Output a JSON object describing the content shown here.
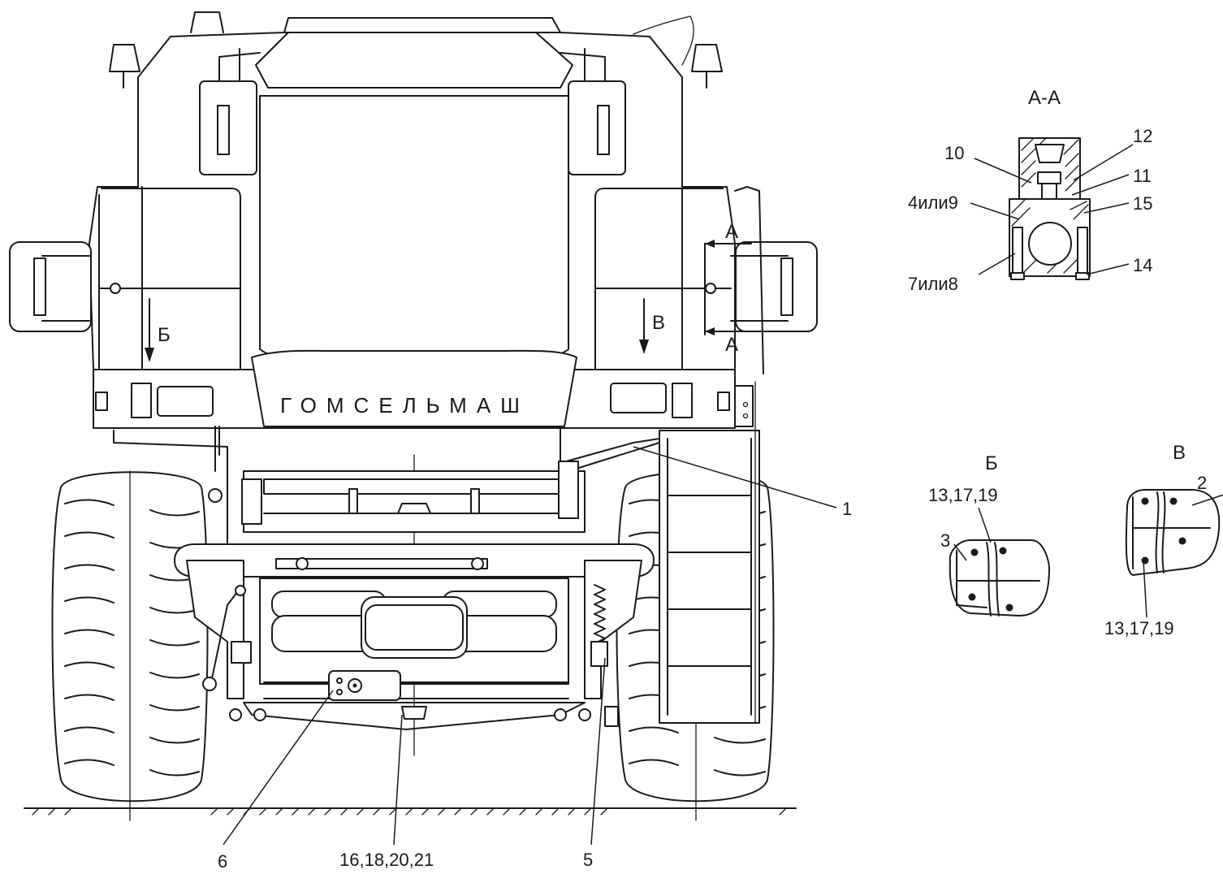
{
  "brand_text": "ГОМСЕЛЬМАШ",
  "section_title": "А-А",
  "view_marks": {
    "section_arrow_top": "А",
    "section_arrow_bottom": "А",
    "view_b_arrow": "Б",
    "view_v_arrow": "В"
  },
  "detail_b": {
    "title": "Б",
    "label_parts": "13,17,19",
    "label_item": "3"
  },
  "detail_v": {
    "title": "В",
    "label_parts": "13,17,19",
    "label_item": "2"
  },
  "section_labels": {
    "l10": "10",
    "l12": "12",
    "l11": "11",
    "l4or9": "4или9",
    "l15": "15",
    "l7or8": "7или8",
    "l14": "14"
  },
  "main_labels": {
    "l1": "1",
    "l6": "6",
    "l16_21": "16,18,20,21",
    "l5": "5"
  }
}
